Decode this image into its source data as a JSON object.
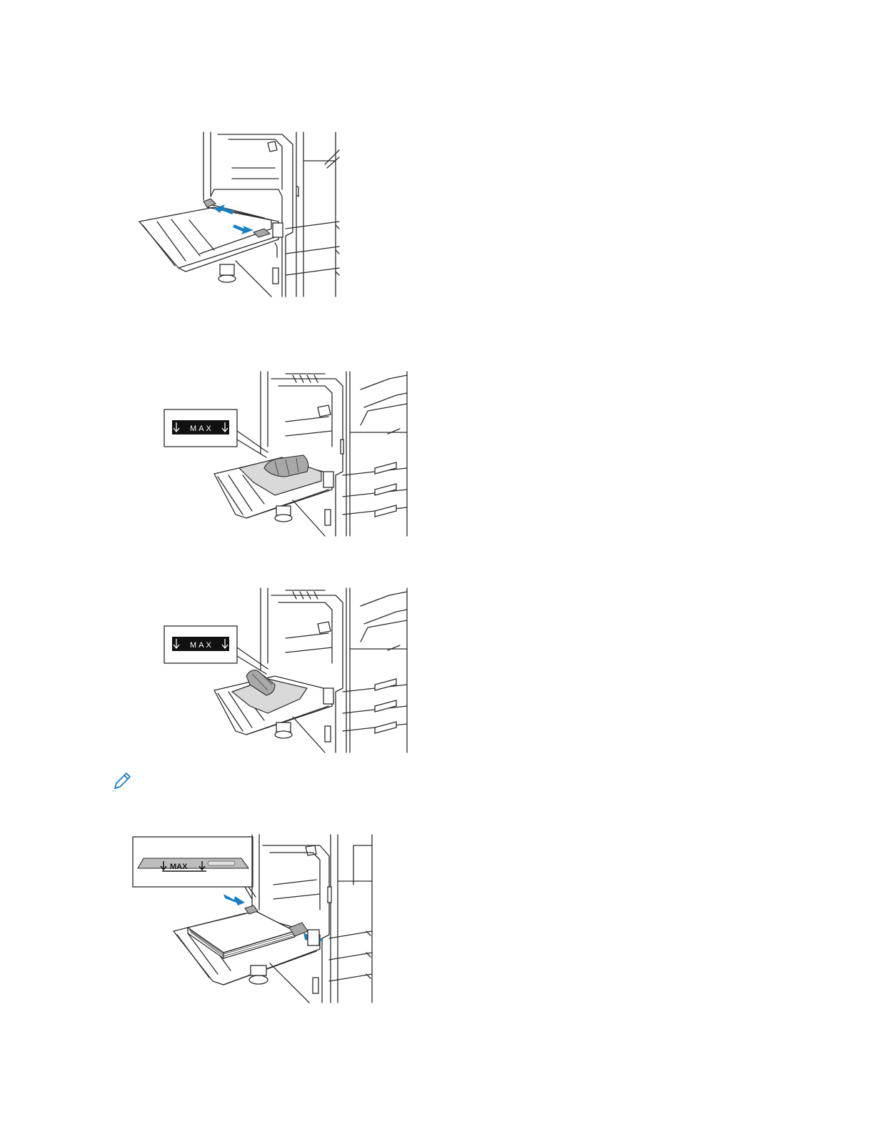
{
  "figures": [
    {
      "label_text": ""
    },
    {
      "label_text": "MAX"
    },
    {
      "label_text": "MAX"
    },
    {
      "label_text": "MAX"
    }
  ],
  "colors": {
    "arrow": "#1a7fc1",
    "paper": "#d9d9d9",
    "lines": "#2a2a2a"
  },
  "icons": {
    "note": "pencil-note-icon"
  }
}
